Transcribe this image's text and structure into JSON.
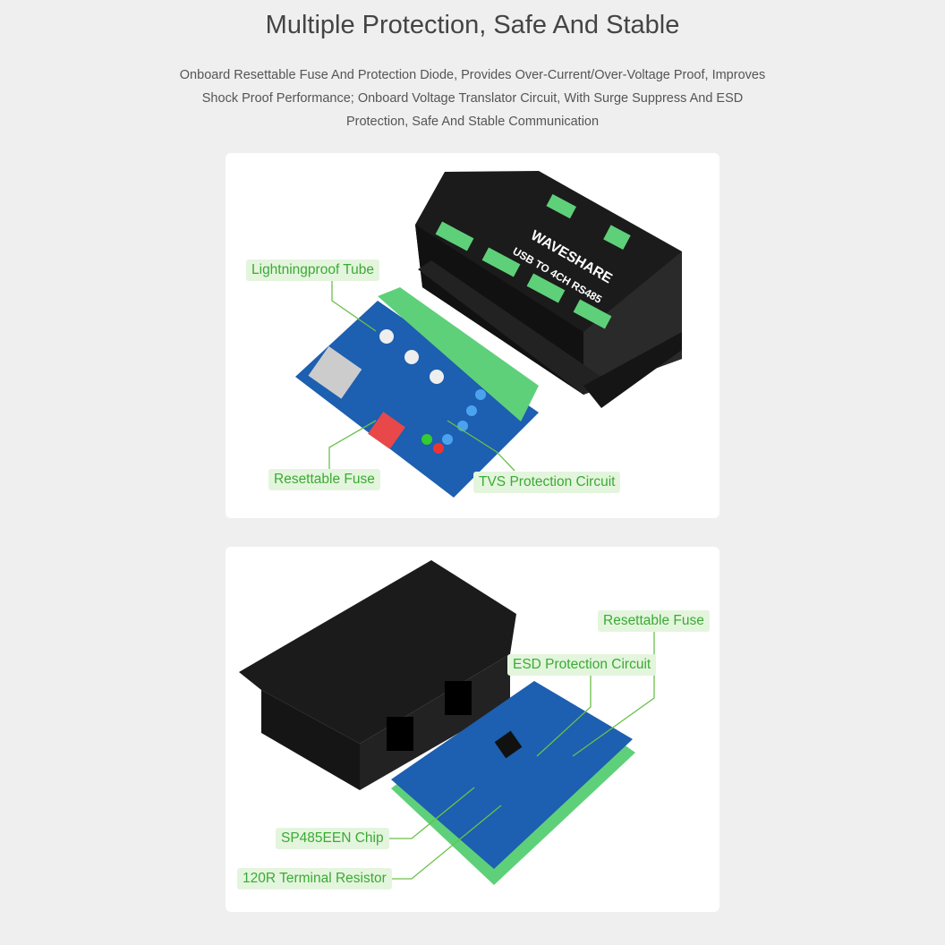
{
  "header": {
    "title": "Multiple Protection, Safe And Stable",
    "description": "Onboard Resettable Fuse And Protection Diode, Provides Over-Current/Over-Voltage Proof, Improves Shock Proof Performance; Onboard Voltage Translator Circuit, With Surge Suppress And ESD Protection, Safe And Stable Communication"
  },
  "card1": {
    "device_brand": "WAVESHARE",
    "device_model": "USB TO 4CH RS485",
    "labels": {
      "lightningproof": "Lightningproof Tube",
      "fuse": "Resettable Fuse",
      "tvs": "TVS Protection Circuit"
    }
  },
  "card2": {
    "labels": {
      "fuse": "Resettable Fuse",
      "esd": "ESD Protection Circuit",
      "chip": "SP485EEN Chip",
      "resistor": "120R Terminal Resistor"
    }
  },
  "colors": {
    "label_bg": "#e4f5dd",
    "label_text": "#3aaa35",
    "leader_line": "#6cc04a",
    "pcb_blue": "#1d5fb0",
    "terminal_green": "#5fd07a",
    "enclosure": "#1b1b1b"
  }
}
